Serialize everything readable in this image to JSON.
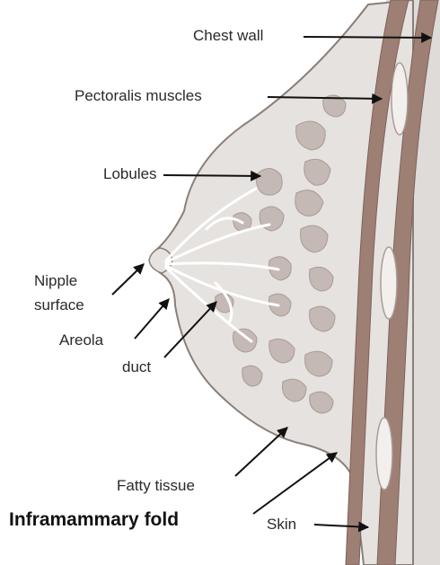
{
  "colors": {
    "background": "#ffffff",
    "skin_fill": "#e6e2df",
    "outline": "#8a7f7a",
    "lobule": "#c4b9b4",
    "muscle": "#9e7f73",
    "chest_gray": "#dedbd9",
    "duct": "#ffffff",
    "text": "#2a2a2a"
  },
  "labels": {
    "chest_wall": "Chest wall",
    "pectoralis_muscles": "Pectoralis muscles",
    "lobules": "Lobules",
    "nipple_surface_line1": "Nipple",
    "nipple_surface_line2": "surface",
    "areola": "Areola",
    "duct": "duct",
    "fatty_tissue": "Fatty tissue",
    "inframammary_fold": "Inframammary fold",
    "skin": "Skin"
  }
}
